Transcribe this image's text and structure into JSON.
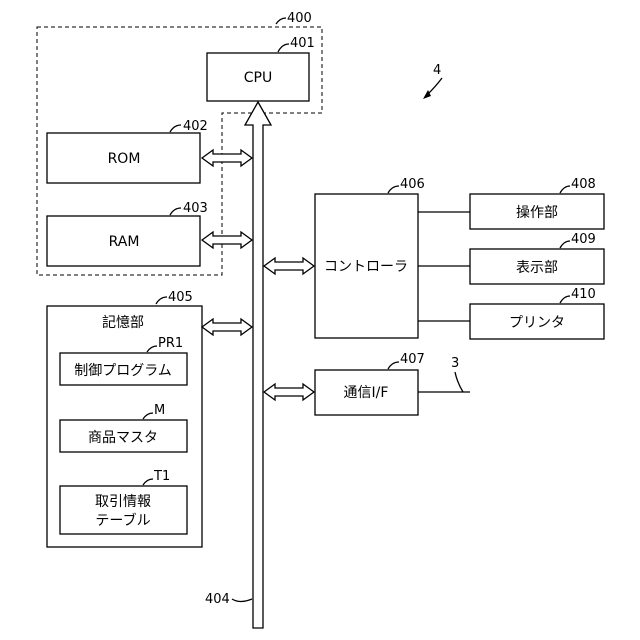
{
  "labels": {
    "cpu": "CPU",
    "rom": "ROM",
    "ram": "RAM",
    "storage": "記憶部",
    "control_program": "制御プログラム",
    "product_master": "商品マスタ",
    "transaction_table_line1": "取引情報",
    "transaction_table_line2": "テーブル",
    "controller": "コントローラ",
    "operation": "操作部",
    "display": "表示部",
    "printer": "プリンタ",
    "comm_if": "通信I/F"
  },
  "refs": {
    "control_unit": "400",
    "cpu": "401",
    "rom": "402",
    "ram": "403",
    "bus": "404",
    "storage": "405",
    "controller": "406",
    "comm_if": "407",
    "operation": "408",
    "display": "409",
    "printer": "410",
    "device": "4",
    "network": "3",
    "control_program": "PR1",
    "product_master": "M",
    "transaction_table": "T1"
  }
}
